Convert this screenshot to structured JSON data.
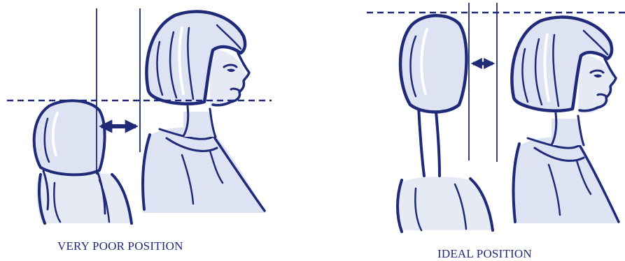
{
  "captions": {
    "poor": "VERY POOR POSITION",
    "ideal": "IDEAL POSITION"
  },
  "colors": {
    "ink": "#1f2a78",
    "fill": "#dde3f2",
    "background": "#ffffff"
  },
  "icons": {
    "gap_arrow": "double-headed-arrow",
    "reference_line": "dashed-line"
  }
}
